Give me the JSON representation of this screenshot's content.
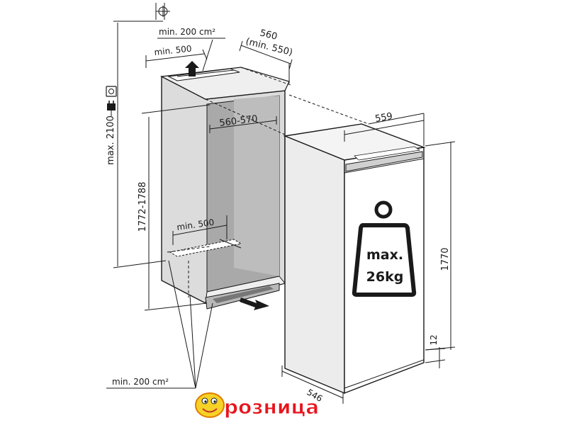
{
  "labels": {
    "top_vent_area": "min. 200 cm²",
    "top_vent_depth": "min. 500",
    "niche_depth": "560",
    "niche_depth_min": "(min. 550)",
    "max_height": "max. 2100",
    "niche_width": "560-570",
    "niche_height": "1772-1788",
    "bottom_vent_depth": "min. 500",
    "bottom_vent_area": "min. 200 cm²",
    "appliance_width": "559",
    "appliance_height": "1770",
    "appliance_depth": "546",
    "plinth_gap": "12",
    "weight_max": "max.",
    "weight_value": "26kg"
  },
  "logo": {
    "text": "розница"
  },
  "icons": [
    "plumb-icon",
    "socket-icon",
    "plug-icon",
    "weight-icon",
    "arrow-up-icon",
    "arrow-in-icon"
  ],
  "colors": {
    "niche_interior": "#a9a9a9",
    "niche_wall": "#dcdcdc",
    "line": "#1a1a1a",
    "logo_red": "#e8141c",
    "logo_yellow": "#f7d226"
  }
}
